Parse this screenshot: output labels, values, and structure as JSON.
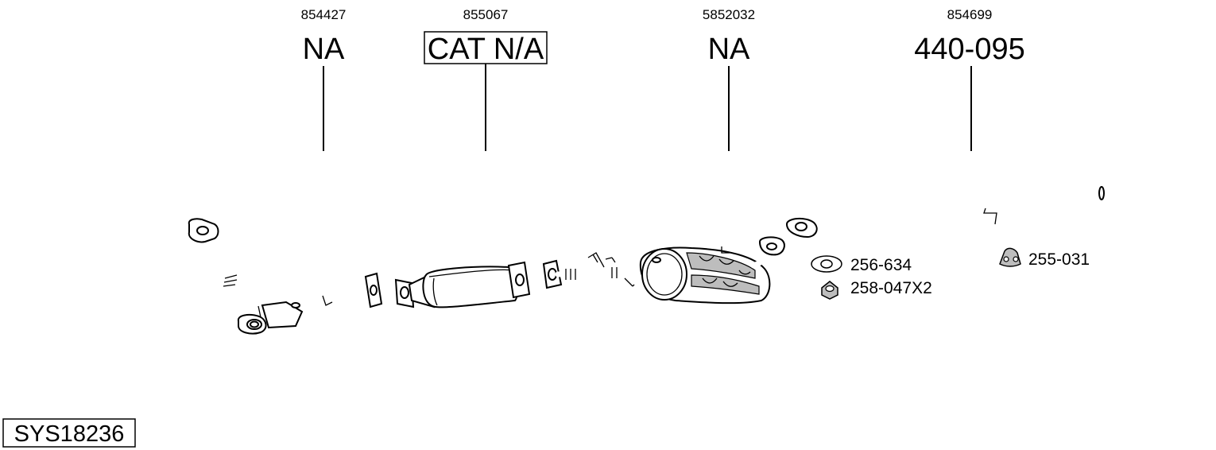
{
  "callouts": [
    {
      "code": "854427",
      "label": "NA",
      "boxed": false
    },
    {
      "code": "855067",
      "label": "CAT N/A",
      "boxed": true
    },
    {
      "code": "5852032",
      "label": "NA",
      "boxed": false
    },
    {
      "code": "854699",
      "label": "440-095",
      "boxed": false
    }
  ],
  "accessories": [
    {
      "label": "256-634",
      "icon": "gasket-ring-icon"
    },
    {
      "label": "258-047X2",
      "icon": "hex-nut-icon"
    },
    {
      "label": "255-031",
      "icon": "rubber-hanger-icon"
    }
  ],
  "system_id": "SYS18236"
}
